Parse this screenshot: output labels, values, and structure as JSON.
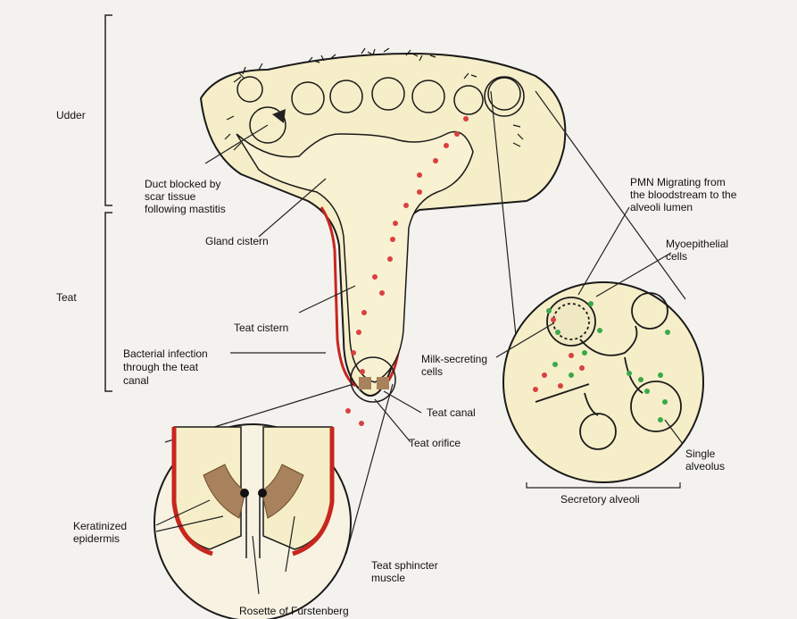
{
  "colors": {
    "paper": "#f4f2ee",
    "tissue": "#f6eec8",
    "outline": "#1a1a1a",
    "epidermis_red": "#c8261e",
    "muscle_brown": "#a8825c",
    "bacteria_red": "#d94040",
    "pmn_green": "#3aa84a"
  },
  "labels": {
    "udder": "Udder",
    "teat": "Teat",
    "duct_blocked": [
      "Duct blocked by",
      "scar tissue",
      "following mastitis"
    ],
    "gland_cistern": "Gland cistern",
    "teat_cistern": "Teat cistern",
    "bacterial_infection": [
      "Bacterial infection",
      "through the teat",
      "canal"
    ],
    "teat_canal": "Teat canal",
    "teat_orifice": "Teat orifice",
    "keratinized_epidermis": [
      "Keratinized",
      "epidermis"
    ],
    "teat_sphincter": [
      "Teat sphincter",
      "muscle"
    ],
    "rosette": "Rosette of Furstenberg",
    "pmn_migrating": [
      "PMN Migrating from",
      "the bloodstream to the",
      "alveoli lumen"
    ],
    "myoepithelial": [
      "Myoepithelial",
      "cells"
    ],
    "milk_secreting": [
      "Milk-secreting",
      "cells"
    ],
    "single_alveolus": [
      "Single",
      "alveolus"
    ],
    "secretory_alveoli": "Secretory alveoli"
  }
}
